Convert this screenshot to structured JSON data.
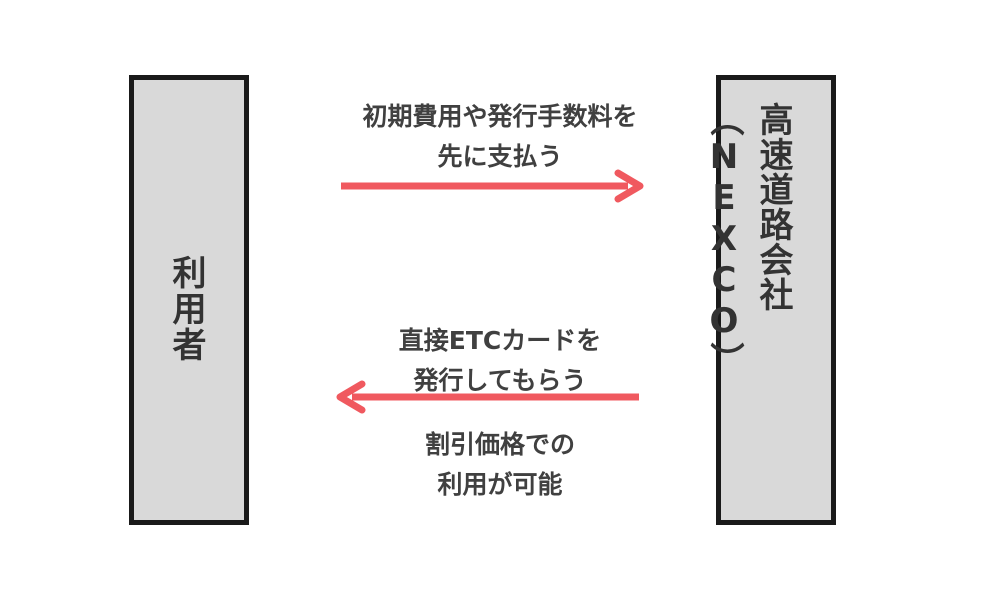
{
  "left_entity": {
    "label": "利用者"
  },
  "right_entity": {
    "label": "高速道路会社（NEXCO）"
  },
  "flows": {
    "to_company": {
      "line1": "初期費用や発行手数料を",
      "line2": "先に支払う"
    },
    "to_user": {
      "line1": "直接ETCカードを",
      "line2": "発行してもらう"
    },
    "benefit": {
      "line1": "割引価格での",
      "line2": "利用が可能"
    }
  },
  "colors": {
    "arrow": "#f0595f",
    "box_fill": "#d9d9d9",
    "box_border": "#1a1a1a",
    "text": "#404040"
  }
}
